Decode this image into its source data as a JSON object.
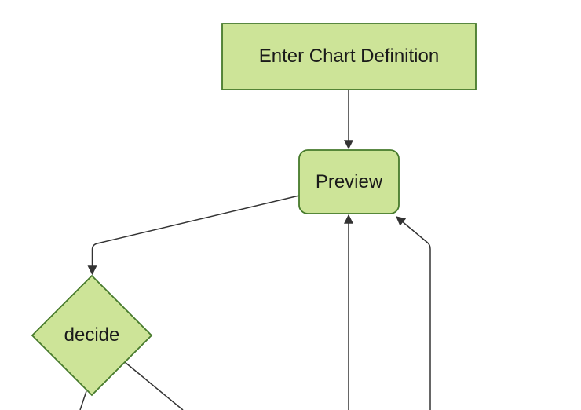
{
  "diagram_data": {
    "type": "flowchart",
    "direction": "top-down",
    "theme": "forest-green",
    "colors": {
      "background": "#ffffff",
      "node_fill": "#cde498",
      "node_border": "#467a2b",
      "edge_line": "#333333",
      "text": "#1a1a1a"
    },
    "nodes": [
      {
        "id": "enter-chart-definition",
        "label": "Enter Chart Definition",
        "shape": "rectangle"
      },
      {
        "id": "preview",
        "label": "Preview",
        "shape": "rounded-rectangle"
      },
      {
        "id": "decide",
        "label": "decide",
        "shape": "diamond"
      }
    ],
    "edges": [
      {
        "from": "enter-chart-definition",
        "to": "preview",
        "arrowhead": true
      },
      {
        "from": "preview",
        "to": "decide",
        "arrowhead": true
      },
      {
        "from": "offscreen-bottom-center",
        "to": "preview",
        "arrowhead": true
      },
      {
        "from": "offscreen-bottom-right",
        "to": "preview",
        "arrowhead": true
      },
      {
        "from": "decide",
        "to": "offscreen-bottom-left",
        "arrowhead": false
      },
      {
        "from": "decide",
        "to": "offscreen-bottom-right",
        "arrowhead": false
      }
    ]
  }
}
